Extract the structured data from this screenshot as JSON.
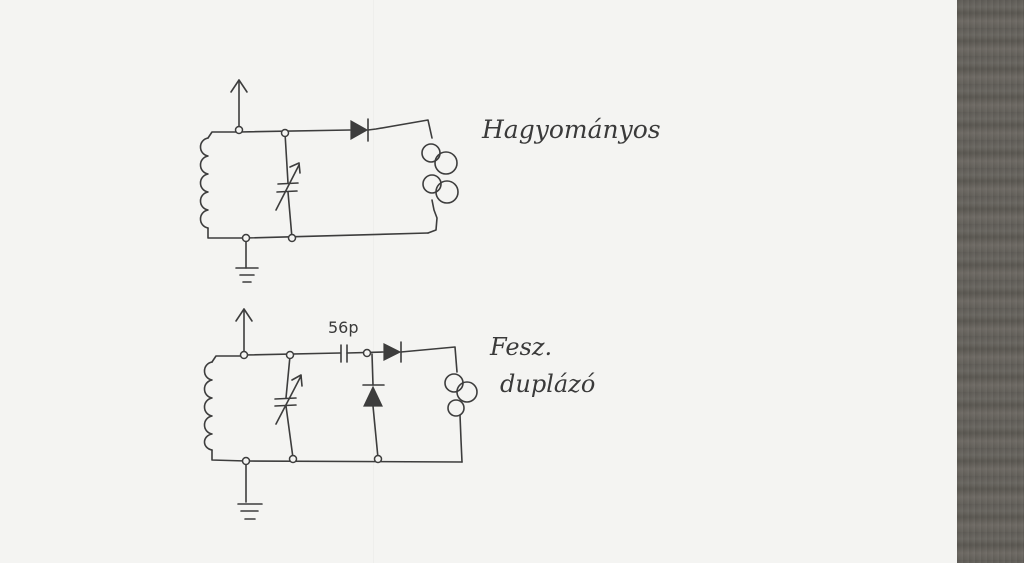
{
  "circuits": [
    {
      "id": "traditional",
      "label": "Hagyományos"
    },
    {
      "id": "doubler",
      "label_line1": "Fesz.",
      "label_line2": "duplázó",
      "capacitor_value": "56p"
    }
  ]
}
